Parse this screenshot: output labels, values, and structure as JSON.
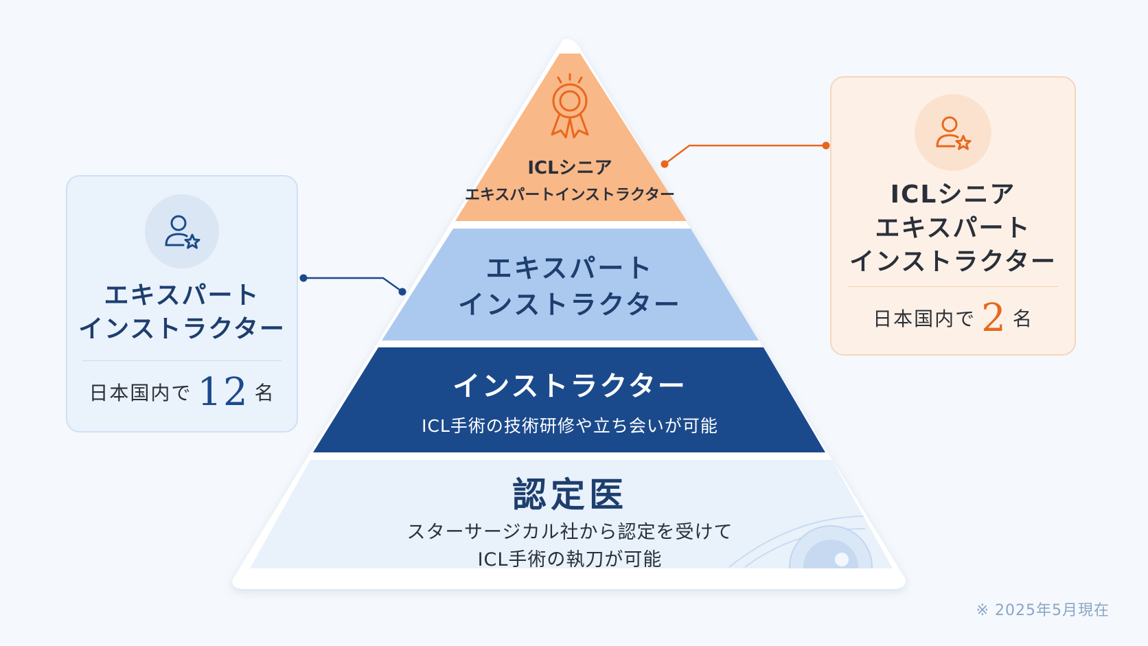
{
  "pyramid": {
    "tier_senior_expert": {
      "line1": "ICLシニア",
      "line2": "エキスパートインストラクター",
      "icon": "award-ribbon-icon",
      "color": "#f9b887"
    },
    "tier_expert": {
      "line1": "エキスパート",
      "line2": "インストラクター",
      "color": "#abc9ef"
    },
    "tier_instructor": {
      "title": "インストラクター",
      "description": "ICL手術の技術研修や立ち会いが可能",
      "color": "#1b4a8c"
    },
    "tier_certified": {
      "title": "認定医",
      "description_line1": "スターサージカル社から認定を受けて",
      "description_line2": "ICL手術の執刀が可能",
      "color": "#e9f1fb",
      "watermark_icon": "eye-icon"
    }
  },
  "card_expert": {
    "icon": "user-star-icon",
    "title_line1": "エキスパート",
    "title_line2": "インストラクター",
    "count_prefix": "日本国内で",
    "count": "12",
    "count_suffix": "名",
    "accent": "#1b4a8c"
  },
  "card_senior": {
    "icon": "user-star-icon",
    "title_line1": "ICLシニア",
    "title_line2": "エキスパート",
    "title_line3": "インストラクター",
    "count_prefix": "日本国内で",
    "count": "2",
    "count_suffix": "名",
    "accent": "#e8671c"
  },
  "note": "※ 2025年5月現在"
}
